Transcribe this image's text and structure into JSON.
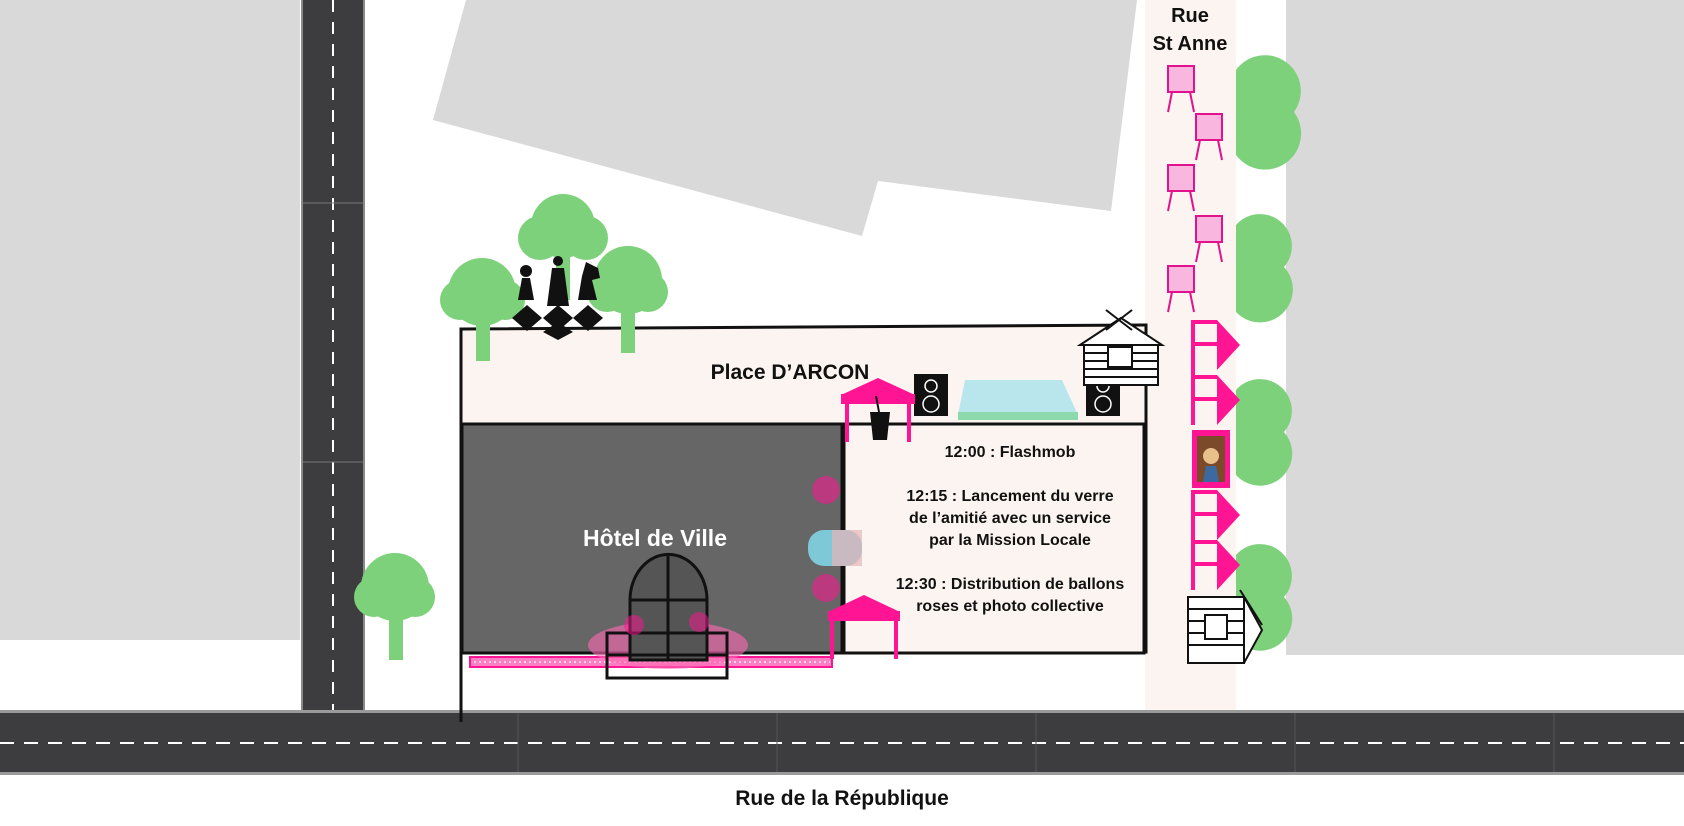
{
  "labels": {
    "place": "Place D’ARCON",
    "hotel": "Hôtel de Ville",
    "street_top_line1": "Rue",
    "street_top_line2": "St Anne",
    "street_bottom": "Rue de la République"
  },
  "schedule": [
    "12:00 : Flashmob",
    "12:15 : Lancement du verre de l’amitié avec un service par la Mission Locale",
    "12:30 : Distribution de ballons roses et photo collective"
  ],
  "colors": {
    "road": "#3d3d40",
    "building": "#d9d9d9",
    "hall": "#666666",
    "square": "#fcf4f0",
    "tree": "#7dd17a",
    "accent": "#ff1493",
    "pool": "#b8e6ec"
  },
  "icons": [
    "tree-icon",
    "chess-pieces-icon",
    "log-cabin-icon",
    "tent-icon",
    "speaker-icon",
    "drink-cup-icon",
    "easel-icon",
    "flag-banner-icon",
    "painting-icon",
    "rainbow-screen-icon",
    "pink-light-icon",
    "dance-floor-icon"
  ]
}
